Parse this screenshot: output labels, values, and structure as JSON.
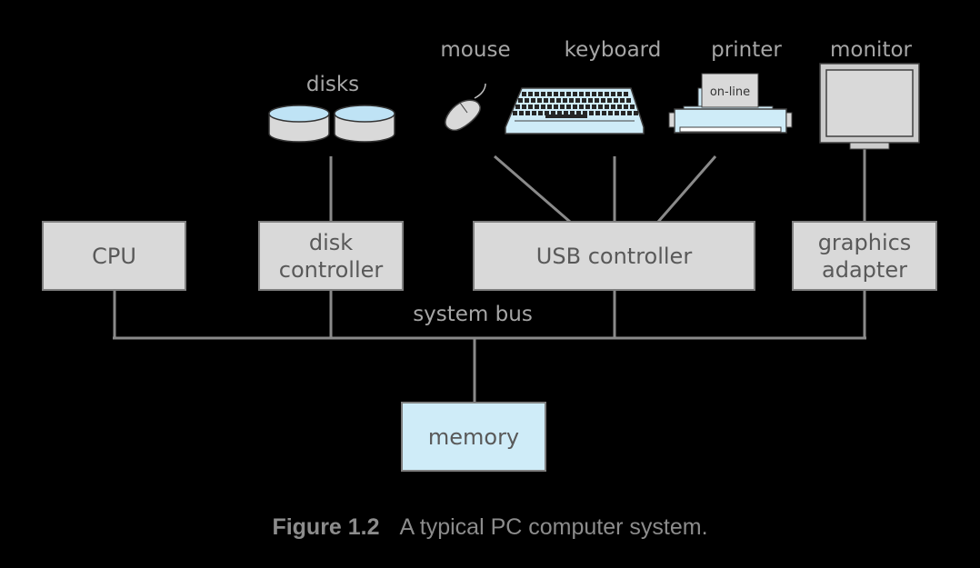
{
  "components": {
    "cpu": "CPU",
    "disk_controller": [
      "disk",
      "controller"
    ],
    "usb_controller": "USB controller",
    "graphics_adapter": [
      "graphics",
      "adapter"
    ],
    "memory": "memory"
  },
  "devices": {
    "disks": "disks",
    "mouse": "mouse",
    "keyboard": "keyboard",
    "printer": "printer",
    "printer_panel": "on-line",
    "monitor": "monitor"
  },
  "bus_label": "system bus",
  "caption": {
    "number": "Figure 1.2",
    "text": "A typical PC computer system."
  },
  "colors": {
    "background": "#000000",
    "box_fill": "#d9d9d9",
    "memory_fill": "#cfecf8",
    "device_fill": "#cfecf8",
    "wire": "#8a8a8a",
    "box_text": "#595959",
    "label_text": "#a6a6a6"
  }
}
